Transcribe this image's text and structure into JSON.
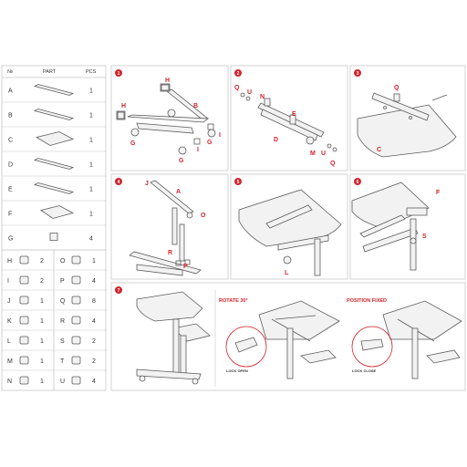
{
  "parts_table": {
    "header_no": "№",
    "header_part": "PART",
    "header_pcs": "PCS",
    "large_parts": [
      {
        "letter": "A",
        "qty": "1",
        "icon": "cross-bar-assembly"
      },
      {
        "letter": "B",
        "qty": "1",
        "icon": "base-bar"
      },
      {
        "letter": "C",
        "qty": "1",
        "icon": "table-top"
      },
      {
        "letter": "D",
        "qty": "1",
        "icon": "rail-bar"
      },
      {
        "letter": "E",
        "qty": "1",
        "icon": "column-tube"
      },
      {
        "letter": "F",
        "qty": "1",
        "icon": "small-tray"
      },
      {
        "letter": "G",
        "qty": "4",
        "icon": "caster-wheel"
      }
    ],
    "small_parts_left": [
      {
        "letter": "H",
        "qty": "2",
        "icon": "end-cap"
      },
      {
        "letter": "I",
        "qty": "2",
        "icon": "foot-cap"
      },
      {
        "letter": "J",
        "qty": "1",
        "icon": "hex-key"
      },
      {
        "letter": "K",
        "qty": "1",
        "icon": "wrench"
      },
      {
        "letter": "L",
        "qty": "1",
        "icon": "knob"
      },
      {
        "letter": "M",
        "qty": "1",
        "icon": "lock-lever"
      },
      {
        "letter": "N",
        "qty": "1",
        "icon": "clamp"
      }
    ],
    "small_parts_right": [
      {
        "letter": "O",
        "qty": "1",
        "icon": "square-nut"
      },
      {
        "letter": "P",
        "qty": "4",
        "icon": "bolt"
      },
      {
        "letter": "Q",
        "qty": "8",
        "icon": "washer"
      },
      {
        "letter": "R",
        "qty": "4",
        "icon": "screw"
      },
      {
        "letter": "S",
        "qty": "2",
        "icon": "long-screw"
      },
      {
        "letter": "T",
        "qty": "2",
        "icon": "l-key"
      },
      {
        "letter": "U",
        "qty": "4",
        "icon": "small-screw"
      }
    ]
  },
  "steps": [
    {
      "number": "1",
      "labels": [
        "H",
        "H",
        "B",
        "G",
        "G",
        "G",
        "I",
        "I"
      ]
    },
    {
      "number": "2",
      "labels": [
        "Q",
        "U",
        "N",
        "E",
        "D",
        "M",
        "U",
        "Q"
      ]
    },
    {
      "number": "3",
      "labels": [
        "Q",
        "C"
      ]
    },
    {
      "number": "4",
      "labels": [
        "J",
        "A",
        "O",
        "R",
        "P"
      ]
    },
    {
      "number": "5",
      "labels": [
        "L"
      ]
    },
    {
      "number": "6",
      "labels": [
        "F",
        "S"
      ]
    },
    {
      "number": "7",
      "labels": []
    }
  ],
  "step7": {
    "rotate_title": "ROTATE 30°",
    "fixed_title": "POSITION FIXED",
    "lock_open": "LOCK OPEN",
    "lock_close": "LOCK CLOSE"
  },
  "colors": {
    "accent": "#d0242b",
    "line": "#5a5a5a",
    "grid": "#c8c8c8"
  }
}
